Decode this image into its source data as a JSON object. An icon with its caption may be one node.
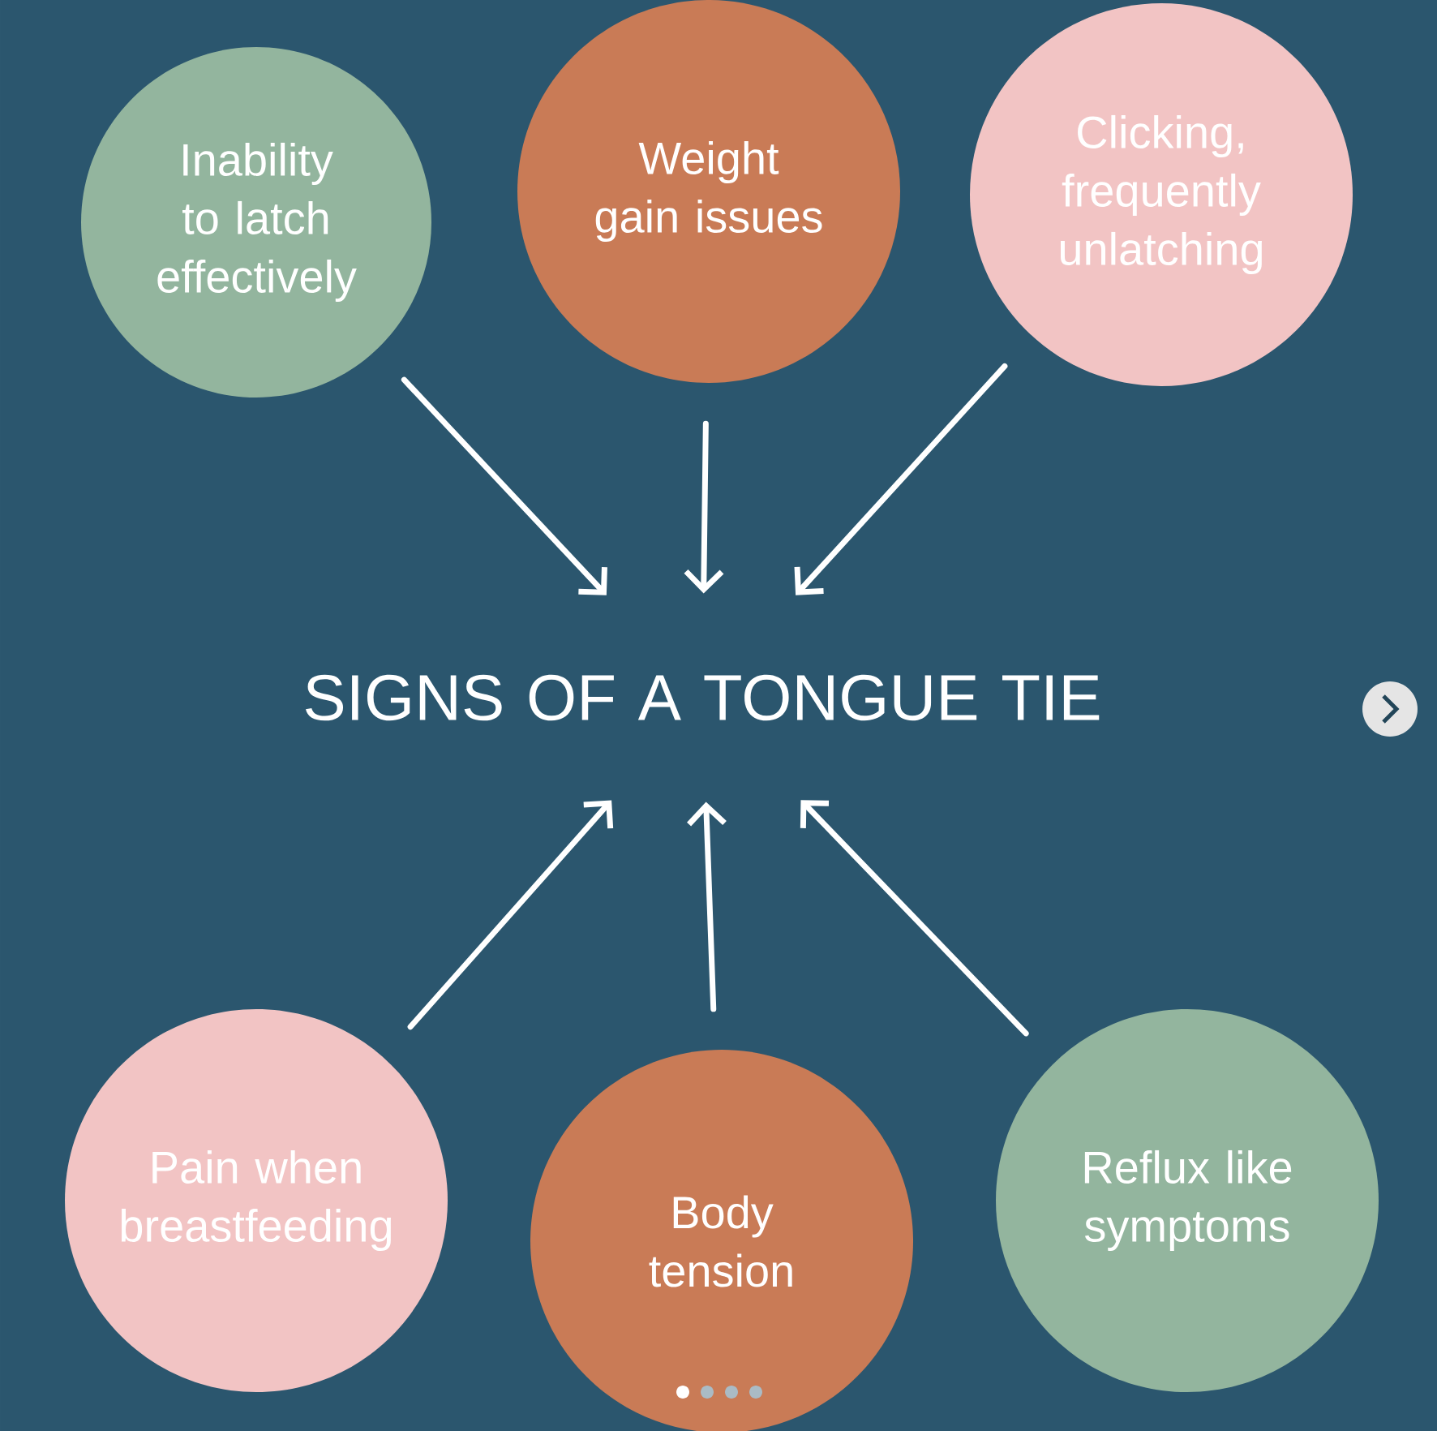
{
  "diagram": {
    "nodes": [
      {
        "text": [
          "Inability to latch effectively"
        ]
      },
      {
        "text": [
          "Weight gain issues"
        ]
      },
      {
        "text": [
          "Clicking, frequently unlatching"
        ]
      },
      {
        "text": [
          "SIGNS OF A TONGUE TIE"
        ]
      },
      {
        "text": [
          "Pain when breastfeeding"
        ]
      },
      {
        "text": [
          "Body tension"
        ]
      },
      {
        "text": [
          "Reflux like symptoms"
        ]
      }
    ],
    "edges": [
      {
        "from": 0,
        "to": 3,
        "arrow": "to"
      },
      {
        "from": 1,
        "to": 3,
        "arrow": "to"
      },
      {
        "from": 2,
        "to": 3,
        "arrow": "to"
      },
      {
        "from": 4,
        "to": 3,
        "arrow": "to"
      },
      {
        "from": 5,
        "to": 3,
        "arrow": "to"
      },
      {
        "from": 6,
        "to": 3,
        "arrow": "to"
      }
    ]
  }
}
